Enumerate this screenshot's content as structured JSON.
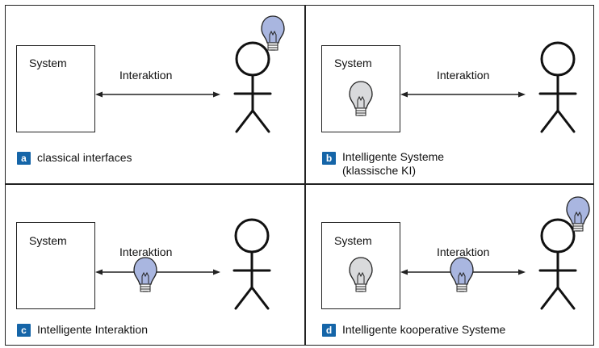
{
  "panels": [
    {
      "badge": "a",
      "system_label": "System",
      "interaction_label": "Interaktion",
      "caption_lines": [
        "classical interfaces"
      ]
    },
    {
      "badge": "b",
      "system_label": "System",
      "interaction_label": "Interaktion",
      "caption_lines": [
        "Intelligente Systeme",
        "(klassische KI)"
      ]
    },
    {
      "badge": "c",
      "system_label": "System",
      "interaction_label": "Interaktion",
      "caption_lines": [
        "Intelligente Interaktion"
      ]
    },
    {
      "badge": "d",
      "system_label": "System",
      "interaction_label": "Interaktion",
      "caption_lines": [
        "Intelligente kooperative Systeme"
      ]
    }
  ],
  "colors": {
    "badge": "#1565a8",
    "bulb_blue": "#a9b6e0",
    "bulb_grey": "#d9dadc",
    "line": "#222222"
  }
}
